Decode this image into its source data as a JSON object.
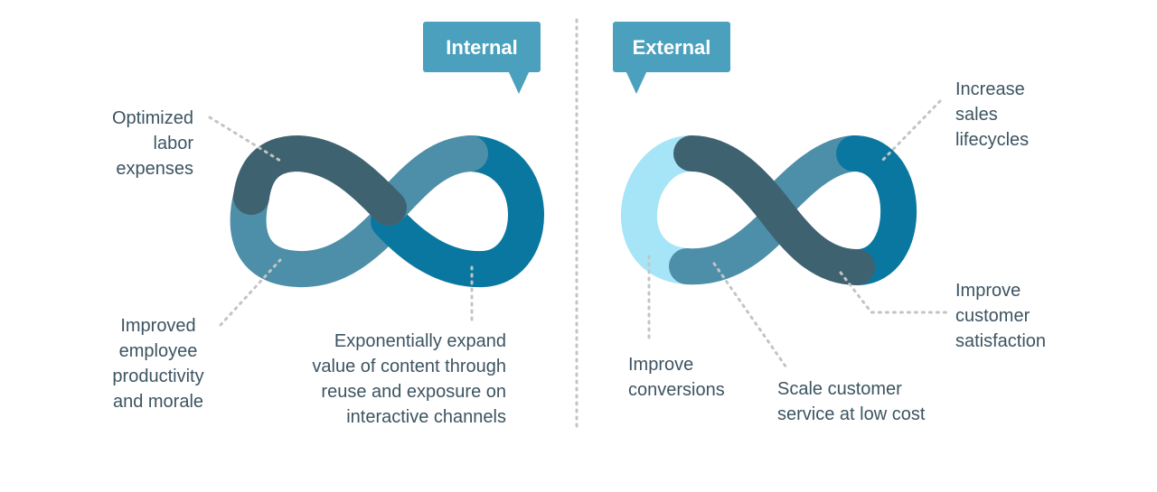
{
  "colors": {
    "dark_slate": "#3f6270",
    "mid_teal": "#4d8ea8",
    "deep_blue": "#0a77a0",
    "light_cyan": "#a6e4f7",
    "bubble": "#4aa0bd",
    "dots": "#c4c4c4",
    "text": "#3c5461"
  },
  "internal": {
    "title": "Internal",
    "labels": {
      "labor": [
        "Optimized",
        "labor",
        "expenses"
      ],
      "employee": [
        "Improved",
        "employee",
        "productivity",
        "and morale"
      ],
      "content": [
        "Exponentially expand",
        "value of content through",
        "reuse and exposure on",
        "interactive channels"
      ]
    }
  },
  "external": {
    "title": "External",
    "labels": {
      "sales": [
        "Increase",
        "sales",
        "lifecycles"
      ],
      "satisfaction": [
        "Improve",
        "customer",
        "satisfaction"
      ],
      "conversions": [
        "Improve",
        "conversions"
      ],
      "service": [
        "Scale customer",
        "service at low cost"
      ]
    }
  }
}
